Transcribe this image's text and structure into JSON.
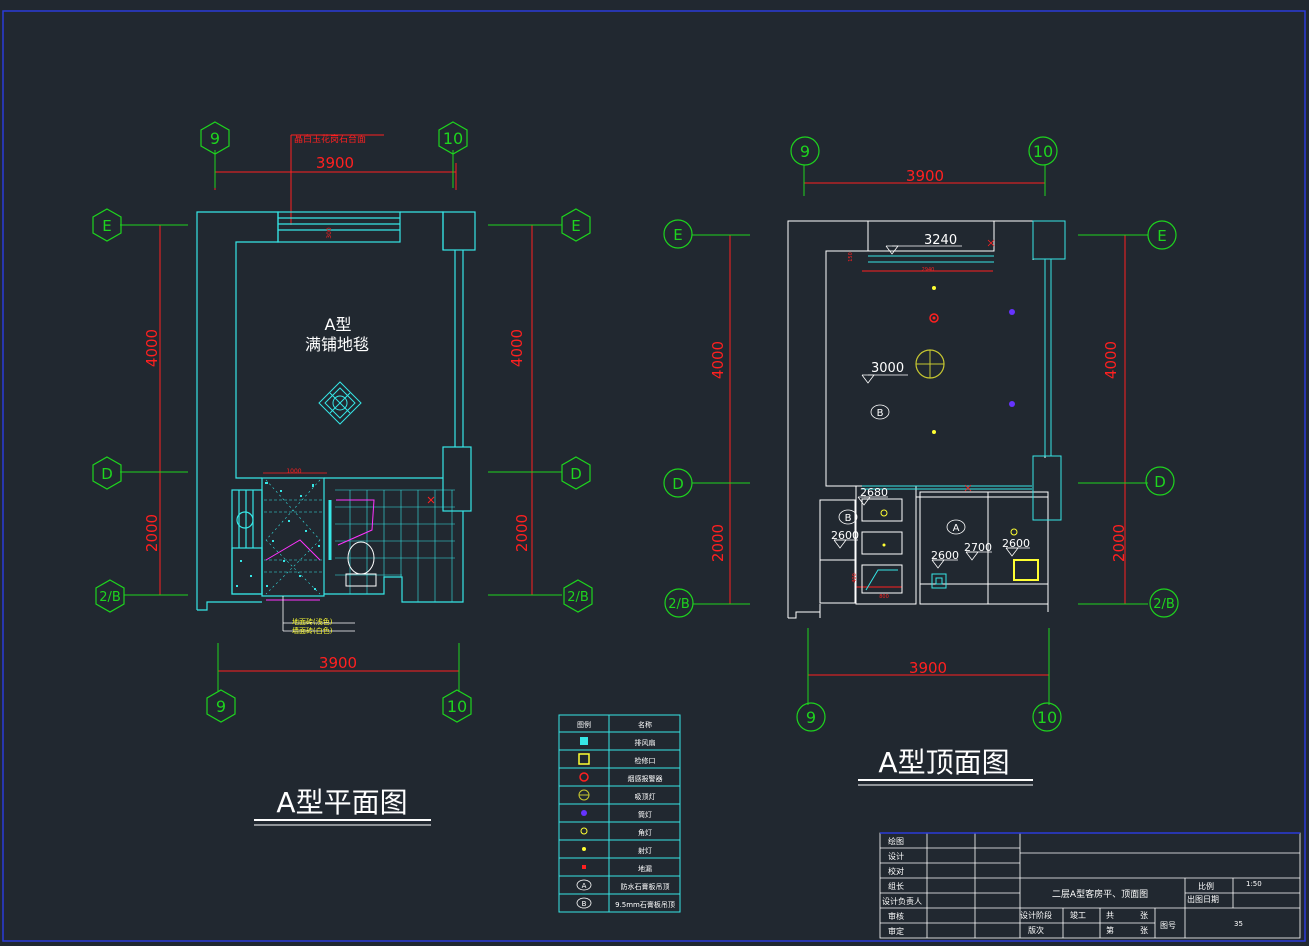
{
  "plan": {
    "title": "A型平面图",
    "axis_9": "9",
    "axis_10": "10",
    "axis_e": "E",
    "axis_d": "D",
    "axis_2b": "2/B",
    "dim_top": "3900",
    "dim_bottom": "3900",
    "dim_left_upper": "4000",
    "dim_left_lower": "2000",
    "dim_right_upper": "4000",
    "dim_right_lower": "2000",
    "note_top": "晶白玉花岗石台面",
    "room_label_1": "A型",
    "room_label_2": "满铺地毯",
    "note_bottom_1": "地面砖(浅色)",
    "note_bottom_2": "墙面砖(白色)",
    "small_dim": "1000",
    "small_dim_2": "300"
  },
  "ceiling": {
    "title": "A型顶面图",
    "axis_9": "9",
    "axis_10": "10",
    "axis_e": "E",
    "axis_d": "D",
    "axis_2b": "2/B",
    "dim_top": "3900",
    "dim_bottom": "3900",
    "dim_left_upper": "4000",
    "dim_left_lower": "2000",
    "dim_right_upper": "4000",
    "dim_right_lower": "2000",
    "h_3240": "3240",
    "h_3000": "3000",
    "h_2680": "2680",
    "h_2600a": "2600",
    "h_2600b": "2600",
    "h_2700": "2700",
    "h_2600c": "2600",
    "tag_b1": "B",
    "tag_b2": "B",
    "tag_a": "A",
    "small_dim_top": "2940",
    "small_dim_left": "150",
    "small_dim_b1": "400",
    "small_dim_b2": "800"
  },
  "legend": {
    "header_symbol": "图例",
    "header_name": "名称",
    "rows": [
      "排风扇",
      "检修口",
      "烟感报警器",
      "吸顶灯",
      "筒灯",
      "角灯",
      "射灯",
      "地漏",
      "防水石膏板吊顶",
      "9.5mm石膏板吊顶"
    ],
    "sym_a": "A",
    "sym_b": "B"
  },
  "titleblock": {
    "r1": "绘图",
    "r2": "设计",
    "r3": "校对",
    "r4": "组长",
    "r5": "设计负责人",
    "r6": "审核",
    "r7": "审定",
    "drawing_name": "二层A型客房平、顶面图",
    "scale_label": "比例",
    "scale_value": "1:50",
    "date_label": "出图日期",
    "stage_label": "设计阶段",
    "stage_value": "竣工",
    "total": "共",
    "total_unit": "张",
    "version": "版次",
    "sheet": "第",
    "sheet_unit": "张",
    "drawing_no_label": "图号",
    "drawing_no": "35"
  },
  "colors": {
    "background": "#212830",
    "wall": "#36e6e6",
    "axis": "#1ed41e",
    "dimension": "#ff2020",
    "text": "#ffffff",
    "accent_yellow": "#ffff33",
    "accent_magenta": "#ff33ff",
    "frame": "#2a3ad8"
  }
}
